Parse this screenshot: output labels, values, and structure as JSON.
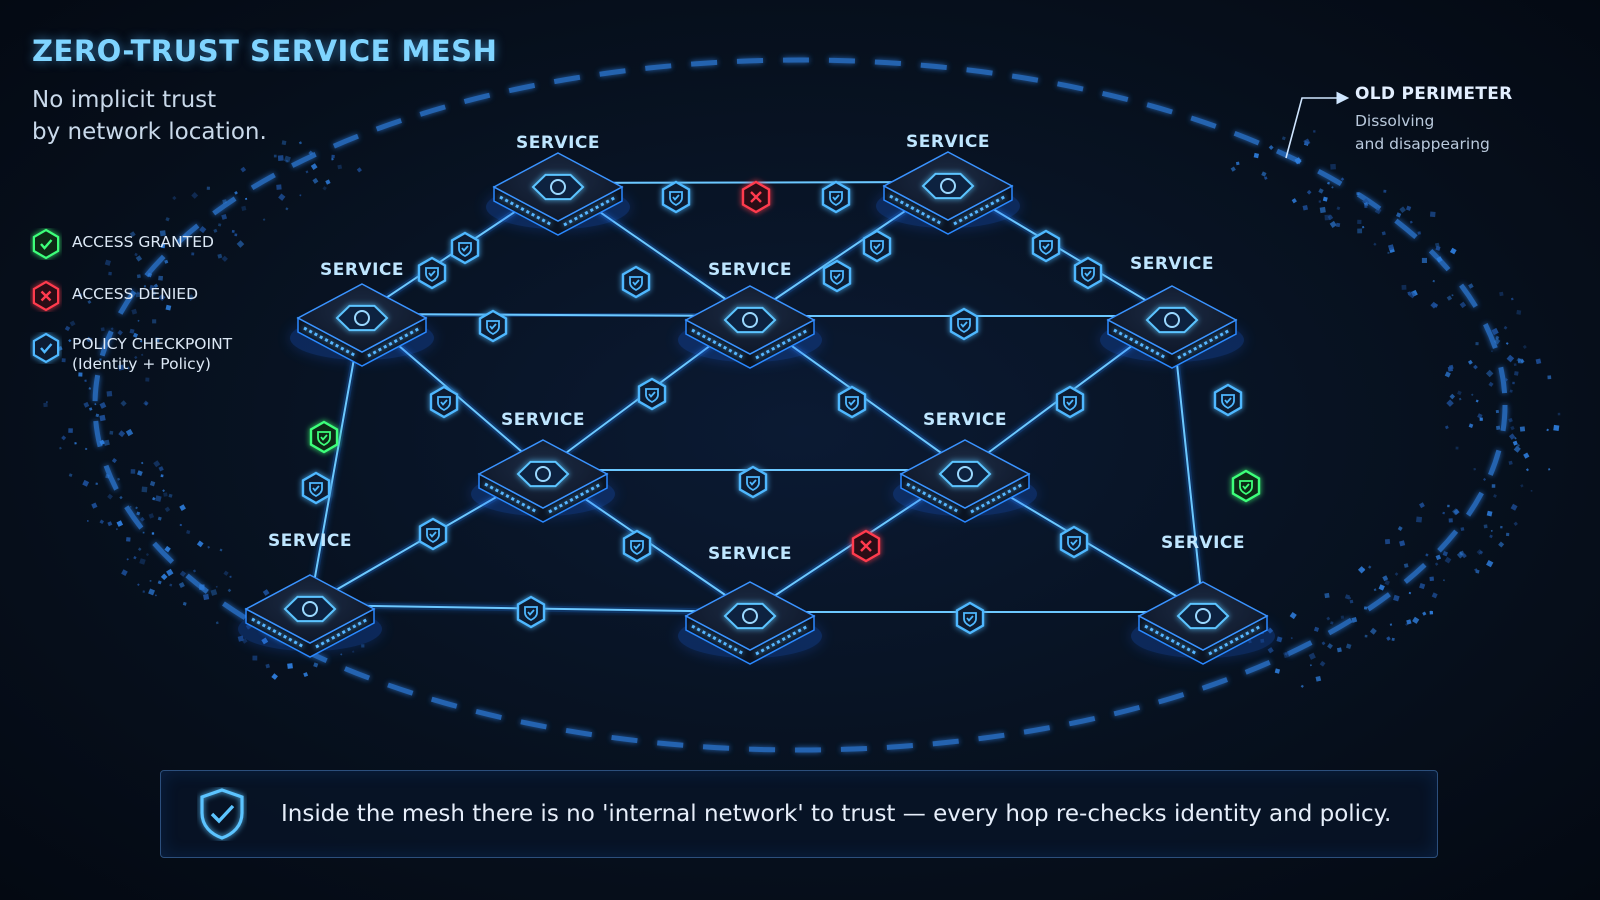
{
  "header": {
    "title": "ZERO-TRUST SERVICE MESH",
    "subtitle_line1": "No implicit trust",
    "subtitle_line2": "by network location."
  },
  "legend": {
    "granted": "ACCESS GRANTED",
    "denied": "ACCESS DENIED",
    "checkpoint": "POLICY CHECKPOINT",
    "checkpoint_sub": "(Identity + Policy)"
  },
  "perimeter": {
    "title": "OLD PERIMETER",
    "desc_line1": "Dissolving",
    "desc_line2": "and disappearing"
  },
  "mesh": {
    "service_label": "SERVICE"
  },
  "callout": {
    "text": "Inside the mesh there is no 'internal network'  to trust — every hop re-checks identity and policy."
  },
  "colors": {
    "granted": "#3dff7a",
    "denied": "#ff3b4e",
    "checkpoint": "#4fb8ff",
    "title": "#7fd4ff"
  }
}
